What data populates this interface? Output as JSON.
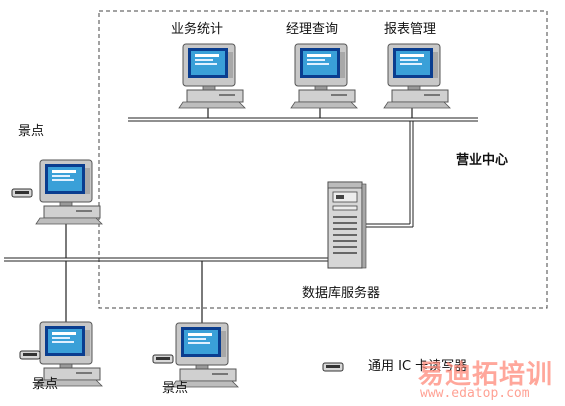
{
  "group": {
    "label": "营业中心"
  },
  "workstations": [
    {
      "label": "业务统计"
    },
    {
      "label": "经理查询"
    },
    {
      "label": "报表管理"
    }
  ],
  "server": {
    "label": "数据库服务器"
  },
  "scenic_spots": [
    {
      "label": "景点"
    },
    {
      "label": "景点"
    },
    {
      "label": "景点"
    }
  ],
  "legend": {
    "label": "通用 IC 卡读写器"
  },
  "watermark": {
    "text": "易迪拓培训",
    "url": "www.edatop.com"
  },
  "colors": {
    "monitor_body": "#c8c8c8",
    "screen_frame": "#0a3d8f",
    "screen": "#3aa0d8",
    "wire": "#222222",
    "dashed_border": "#444444",
    "watermark": "#ff8a7a"
  }
}
